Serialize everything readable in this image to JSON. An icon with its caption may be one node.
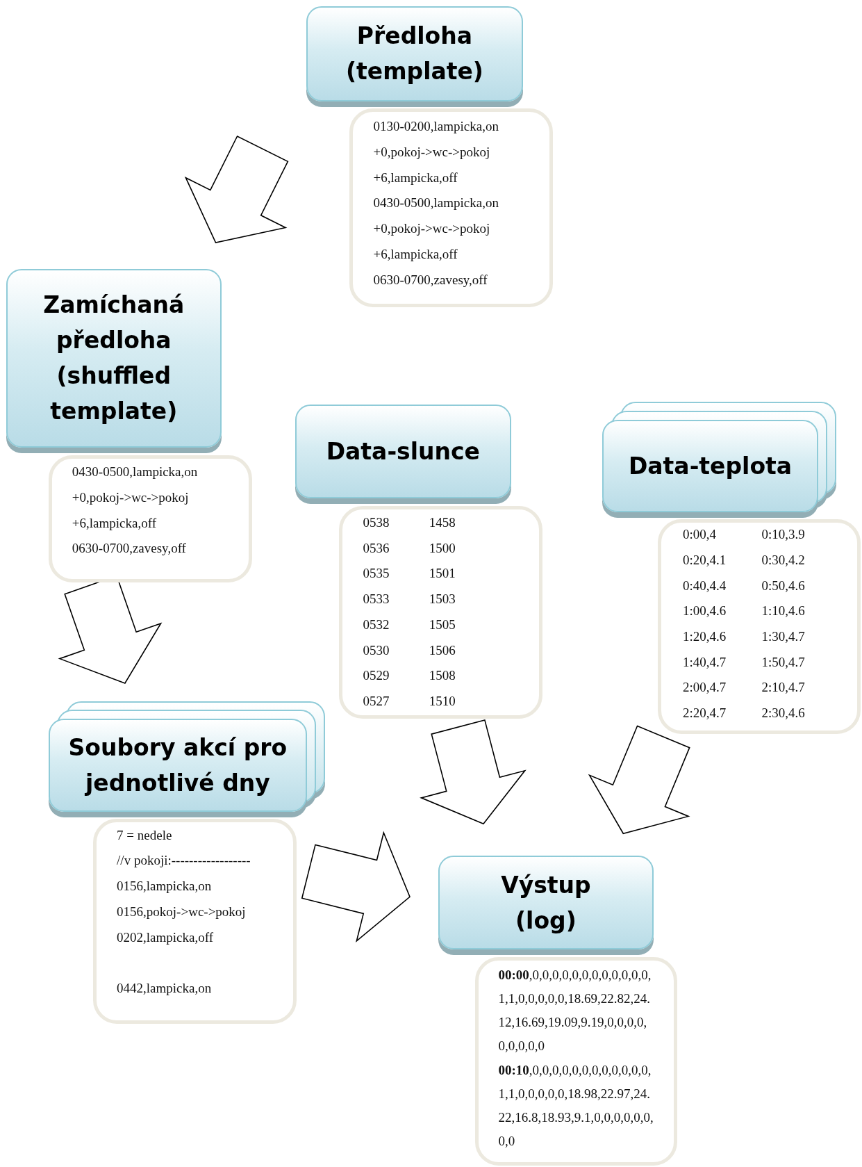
{
  "diagram": {
    "nodes": [
      {
        "text": [
          "Předloha (template)"
        ]
      },
      {
        "text": [
          "0130-0200,lampicka,on",
          "+0,pokoj->wc->pokoj",
          "+6,lampicka,off",
          "0430-0500,lampicka,on",
          "+0,pokoj->wc->pokoj",
          "+6,lampicka,off",
          "0630-0700,zavesy,off"
        ]
      },
      {
        "text": [
          "Zamíchaná předloha (shuffled template)"
        ]
      },
      {
        "text": [
          "0430-0500,lampicka,on",
          "+0,pokoj->wc->pokoj",
          "+6,lampicka,off",
          "0630-0700,zavesy,off"
        ]
      },
      {
        "text": [
          "Data-slunce"
        ]
      },
      {
        "text": [
          "0538",
          "1458",
          "0536",
          "1500",
          "0535",
          "1501",
          "0533",
          "1503",
          "0532",
          "1505",
          "0530",
          "1506",
          "0529",
          "1508",
          "0527",
          "1510"
        ]
      },
      {
        "text": [
          "Data-teplota"
        ]
      },
      {
        "text": [
          "0:00,4",
          "0:10,3.9",
          "0:20,4.1",
          "0:30,4.2",
          "0:40,4.4",
          "0:50,4.6",
          "1:00,4.6",
          "1:10,4.6",
          "1:20,4.6",
          "1:30,4.7",
          "1:40,4.7",
          "1:50,4.7",
          "2:00,4.7",
          "2:10,4.7",
          "2:20,4.7",
          "2:30,4.6"
        ]
      },
      {
        "text": [
          "Soubory akcí pro jednotlivé dny"
        ]
      },
      {
        "text": [
          "7 = nedele",
          "//v pokoji:------------------",
          "0156,lampicka,on",
          "0156,pokoj->wc->pokoj",
          "0202,lampicka,off",
          "0442,lampicka,on"
        ]
      },
      {
        "text": [
          "Výstup (log)"
        ]
      },
      {
        "text": [
          "**00:00**,0,0,0,0,0,0,0,0,0,0,0,0,1,1,0,0,0,0,0,18.69,22.82,24.12,16.69,19.09,9.19,0,0,0,0,0,0,0,0,0",
          "**00:10**,0,0,0,0,0,0,0,0,0,0,0,0,1,1,0,0,0,0,0,18.98,22.97,24.22,16.8,18.93,9.1,0,0,0,0,0,0,0,0"
        ]
      }
    ],
    "edges": [
      {
        "from": 1,
        "to": 2,
        "arrow": "to"
      },
      {
        "from": 3,
        "to": 8,
        "arrow": "to"
      },
      {
        "from": 9,
        "to": 10,
        "arrow": "to"
      },
      {
        "from": 5,
        "to": 10,
        "arrow": "to"
      },
      {
        "from": 7,
        "to": 10,
        "arrow": "to"
      }
    ]
  }
}
